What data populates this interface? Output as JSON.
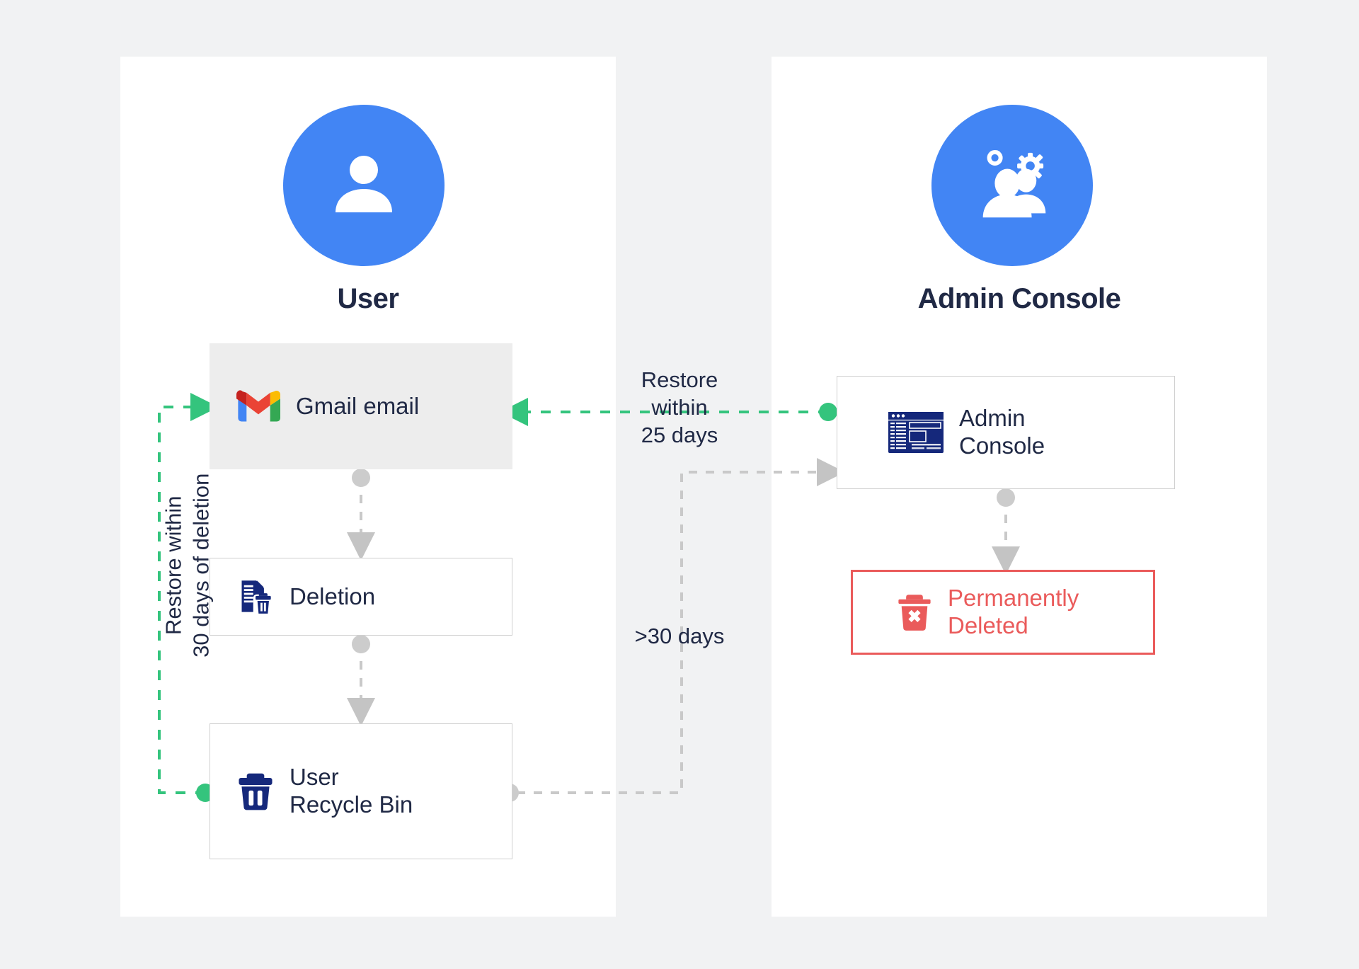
{
  "theme": {
    "background": "#f1f2f3",
    "panel_background": "#ffffff",
    "accent_blue": "#4285f4",
    "icon_navy": "#15287b",
    "text_dark": "#202945",
    "green": "#34c47d",
    "grey": "#cccccc",
    "red": "#ea5b5b",
    "gmail_box_fill": "#ededed"
  },
  "panels": {
    "user": {
      "title": "User",
      "avatar_icon": "person-icon"
    },
    "admin": {
      "title": "Admin Console",
      "avatar_icon": "admin-users-gears-icon"
    }
  },
  "nodes": {
    "gmail": {
      "label": "Gmail email",
      "icon": "gmail-logo-icon"
    },
    "deletion": {
      "label": "Deletion",
      "icon": "document-delete-icon"
    },
    "recycle_bin": {
      "label": "User\nRecycle Bin",
      "icon": "trash-bin-icon"
    },
    "admin_console": {
      "label": "Admin\nConsole",
      "icon": "admin-console-window-icon"
    },
    "permanently_deleted": {
      "label": "Permanently\nDeleted",
      "icon": "trash-x-icon"
    }
  },
  "edges": {
    "restore_25_days": "Restore\nwithin\n25 days",
    "over_30_days": ">30 days",
    "restore_30_days_vertical": "Restore within\n30 days of deletion"
  }
}
